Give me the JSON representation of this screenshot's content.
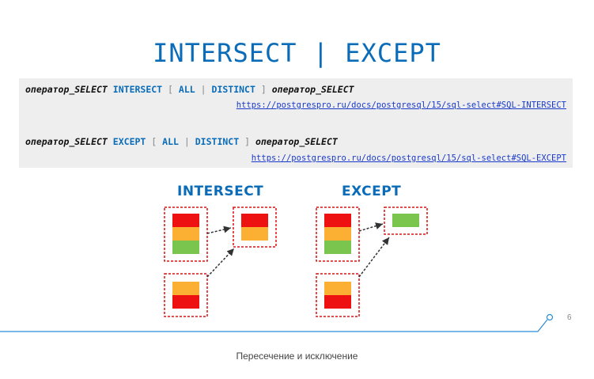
{
  "title": "INTERSECT | EXCEPT",
  "syntax": [
    {
      "operand1": "оператор_SELECT",
      "keyword": "INTERSECT",
      "bracket_open": "[",
      "all": "ALL",
      "sep": "|",
      "distinct": "DISTINCT",
      "bracket_close": "]",
      "operand2": "оператор_SELECT",
      "link": "https://postgrespro.ru/docs/postgresql/15/sql-select#SQL-INTERSECT"
    },
    {
      "operand1": "оператор_SELECT",
      "keyword": "EXCEPT",
      "bracket_open": "[",
      "all": "ALL",
      "sep": "|",
      "distinct": "DISTINCT",
      "bracket_close": "]",
      "operand2": "оператор_SELECT",
      "link": "https://postgrespro.ru/docs/postgresql/15/sql-select#SQL-EXCEPT"
    }
  ],
  "diagrams": {
    "intersect_heading": "INTERSECT",
    "except_heading": "EXCEPT"
  },
  "colors": {
    "title": "#0a6cb8",
    "keyword": "#0a6cb8",
    "link": "#1a3ac9",
    "row_red": "#ee1111",
    "row_orange": "#fbb034",
    "row_green": "#7ac54d",
    "dashed_border": "#dd1111",
    "footer_line": "#2a8bd6"
  },
  "page_number": "6",
  "caption": "Пересечение и исключение"
}
